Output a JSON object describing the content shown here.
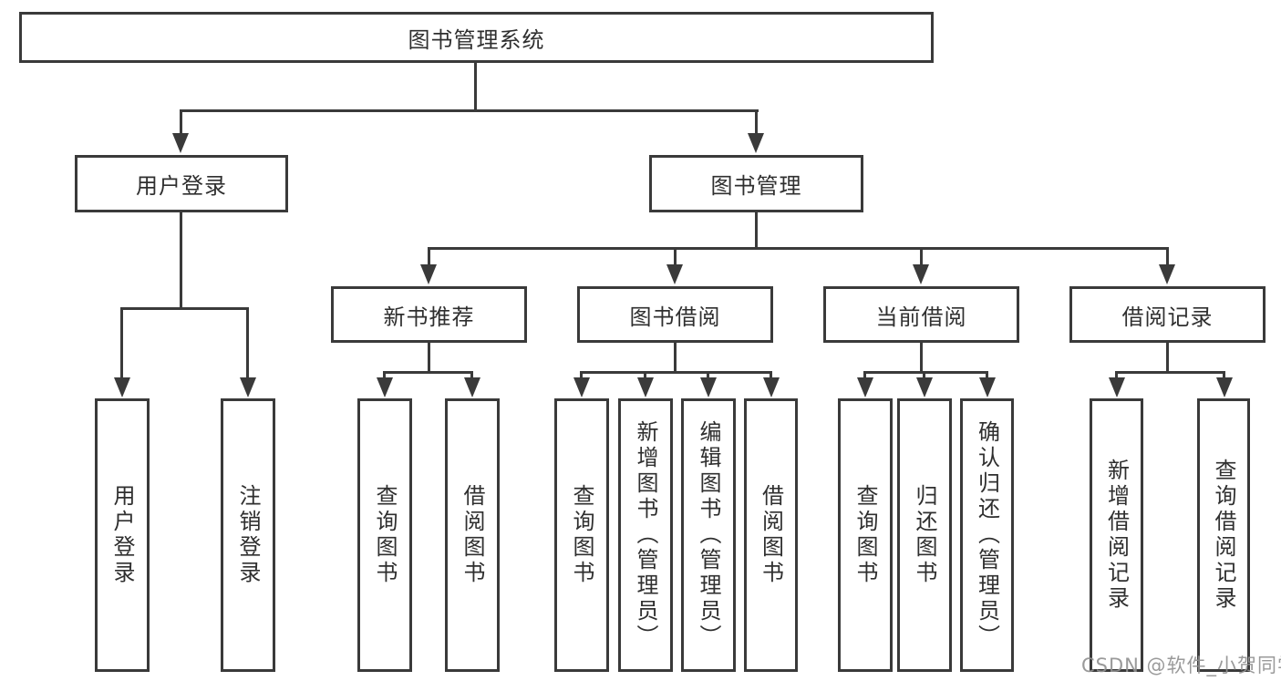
{
  "diagram": {
    "title": "图书管理系统",
    "nodes": {
      "root": "图书管理系统",
      "user_login": "用户登录",
      "book_mgmt": "图书管理",
      "new_books": "新书推荐",
      "book_borrow": "图书借阅",
      "current_borrow": "当前借阅",
      "borrow_records": "借阅记录"
    },
    "leaves": {
      "login": "用户登录",
      "logout": "注销登录",
      "nb_query": "查询图书",
      "nb_borrow": "借阅图书",
      "bb_query": "查询图书",
      "bb_add": "新增图书（管理员）",
      "bb_edit": "编辑图书（管理员）",
      "bb_borrow": "借阅图书",
      "cb_query": "查询图书",
      "cb_return": "归还图书",
      "cb_confirm": "确认归还（管理员）",
      "br_add": "新增借阅记录",
      "br_query": "查询借阅记录"
    },
    "watermark": "CSDN @软件_小贺同学",
    "colors": {
      "line": "#3a3a3a",
      "text": "#2f2f2f",
      "watermark": "#919191",
      "background": "#ffffff"
    }
  }
}
